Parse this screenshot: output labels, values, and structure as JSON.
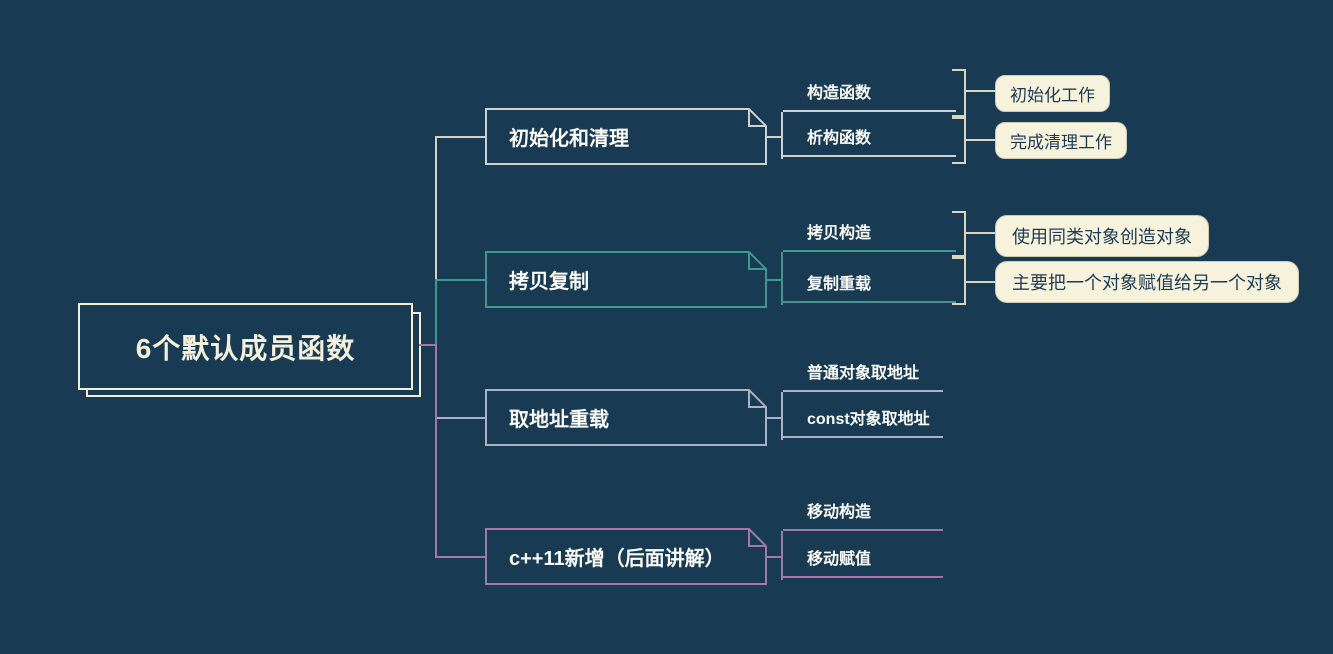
{
  "title": "6个默认成员函数",
  "branches": [
    {
      "label": "初始化和清理",
      "color": "#cfd2cc",
      "children": [
        {
          "label": "构造函数",
          "callout": "初始化工作"
        },
        {
          "label": "析构函数",
          "callout": "完成清理工作"
        }
      ]
    },
    {
      "label": "拷贝复制",
      "color": "#3f998b",
      "children": [
        {
          "label": "拷贝构造",
          "callout": "使用同类对象创造对象"
        },
        {
          "label": "复制重载",
          "callout": "主要把一个对象赋值给另一个对象"
        }
      ]
    },
    {
      "label": "取地址重载",
      "color": "#a9b2c2",
      "children": [
        {
          "label": "普通对象取地址"
        },
        {
          "label": "const对象取地址"
        }
      ]
    },
    {
      "label": "c++11新增（后面讲解）",
      "color": "#a476aa",
      "children": [
        {
          "label": "移动构造"
        },
        {
          "label": "移动赋值"
        }
      ]
    }
  ],
  "colors": {
    "background": "#183b53",
    "root_accent": "#f2eedb",
    "branch_text": "#fbfbf8",
    "bracket": "#d8d5c2",
    "callout_bg": "#f6f2dc",
    "callout_text": "#1d3b53"
  }
}
